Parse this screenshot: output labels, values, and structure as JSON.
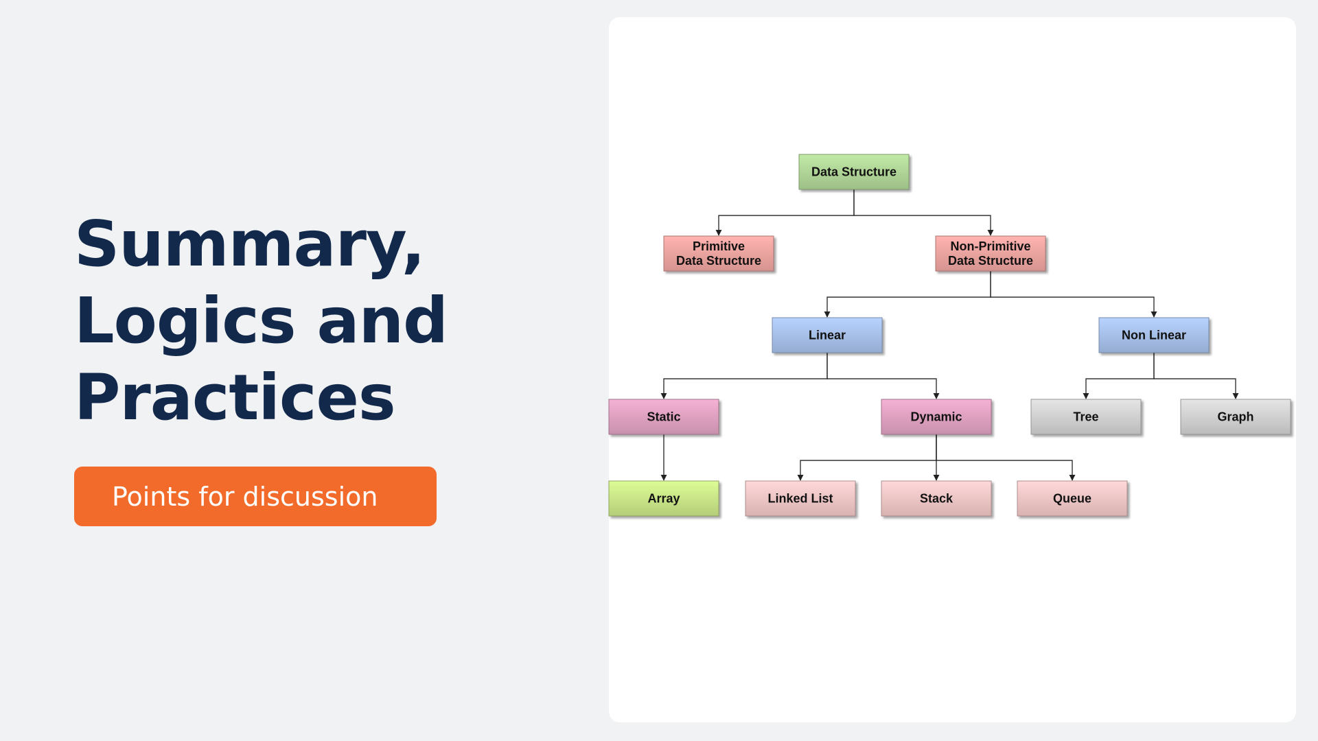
{
  "title": {
    "lines": [
      "Summary,",
      "Logics and",
      "Practices"
    ]
  },
  "cta": {
    "label": "Points for discussion"
  },
  "diagram": {
    "nodes": {
      "data_structure": [
        "Data Structure"
      ],
      "primitive": [
        "Primitive",
        "Data Structure"
      ],
      "non_primitive": [
        "Non-Primitive",
        "Data Structure"
      ],
      "linear": [
        "Linear"
      ],
      "non_linear": [
        "Non Linear"
      ],
      "static": [
        "Static"
      ],
      "dynamic": [
        "Dynamic"
      ],
      "tree": [
        "Tree"
      ],
      "graph": [
        "Graph"
      ],
      "array": [
        "Array"
      ],
      "linked_list": [
        "Linked List"
      ],
      "stack": [
        "Stack"
      ],
      "queue": [
        "Queue"
      ]
    },
    "edges": [
      [
        "data_structure",
        "primitive"
      ],
      [
        "data_structure",
        "non_primitive"
      ],
      [
        "non_primitive",
        "linear"
      ],
      [
        "non_primitive",
        "non_linear"
      ],
      [
        "linear",
        "static"
      ],
      [
        "linear",
        "dynamic"
      ],
      [
        "non_linear",
        "tree"
      ],
      [
        "non_linear",
        "graph"
      ],
      [
        "static",
        "array"
      ],
      [
        "dynamic",
        "linked_list"
      ],
      [
        "dynamic",
        "stack"
      ],
      [
        "dynamic",
        "queue"
      ]
    ],
    "colors": {
      "data_structure": "#b3d99a",
      "primitive": "#f2a7a3",
      "non_primitive": "#f2a7a3",
      "linear": "#a9c3ee",
      "non_linear": "#a9c3ee",
      "static": "#e3a4c4",
      "dynamic": "#e3a4c4",
      "tree": "#d4d4d4",
      "graph": "#d4d4d4",
      "array": "#cde98a",
      "linked_list": "#f5c9c9",
      "stack": "#f5c9c9",
      "queue": "#f5c9c9"
    }
  }
}
